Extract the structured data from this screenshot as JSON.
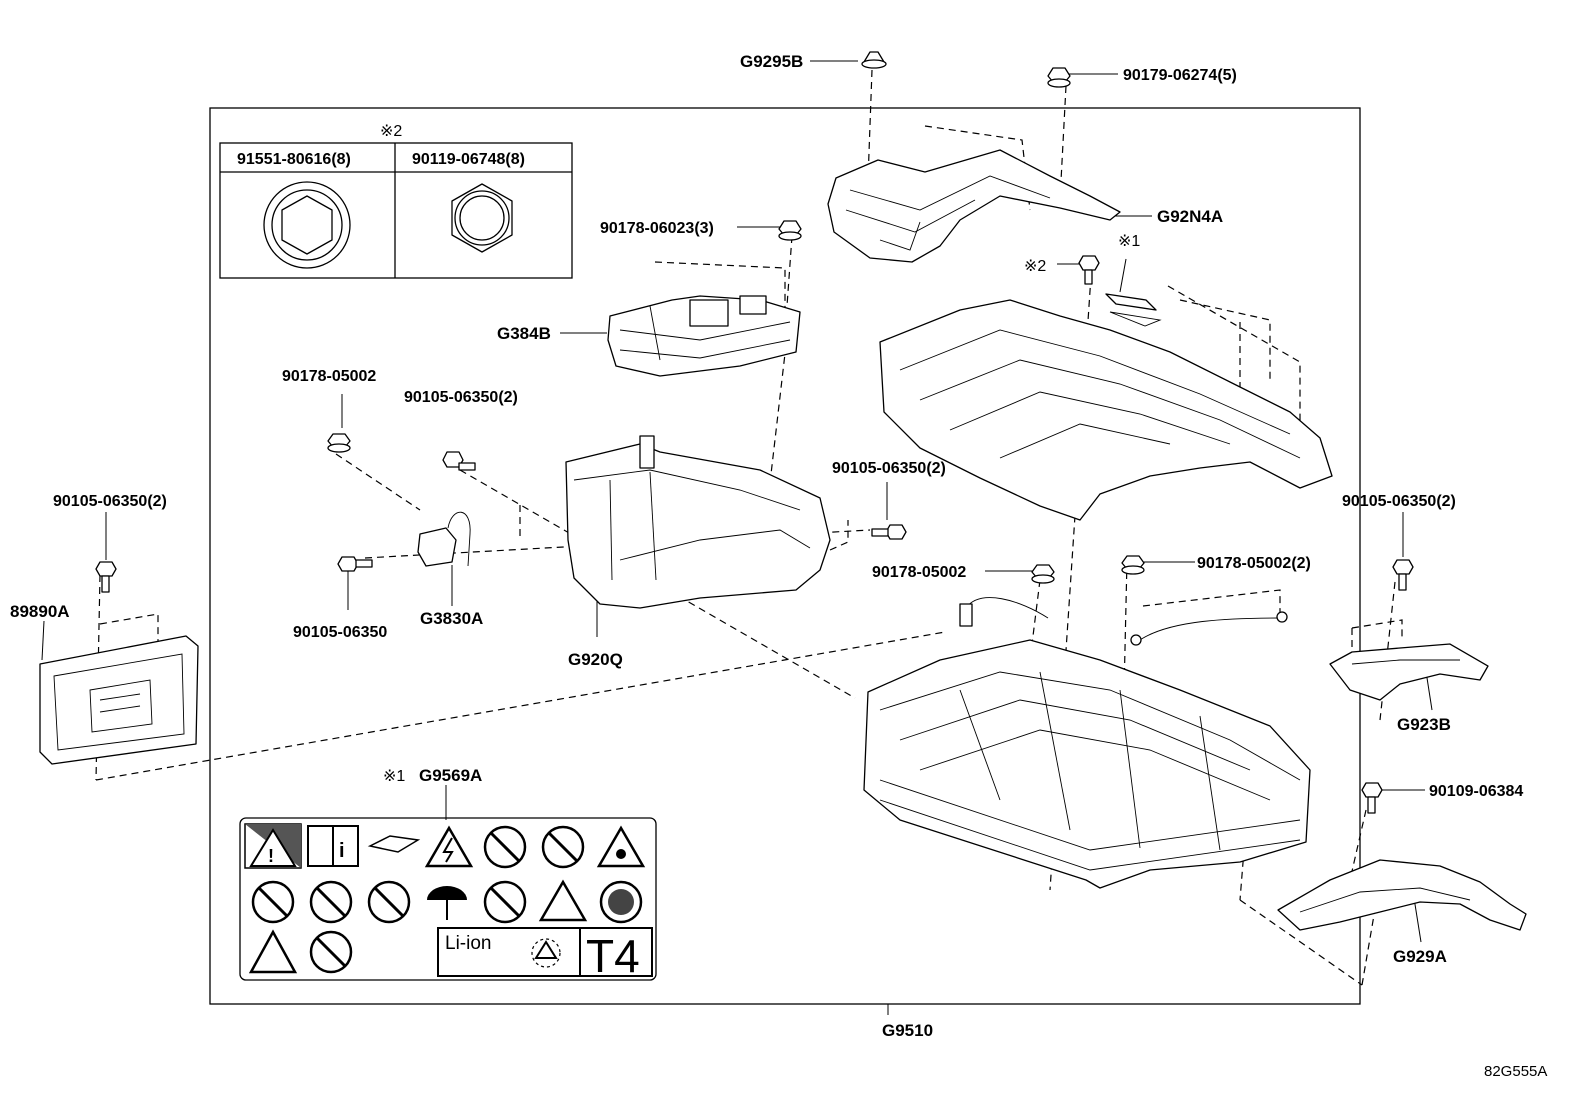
{
  "diagram": {
    "id": "82G555A",
    "assembly": "G9510",
    "note_mark_1": "※1",
    "note_mark_2": "※2",
    "bolt_table": {
      "note": "※2",
      "columns": [
        "91551-80616(8)",
        "90119-06748(8)"
      ]
    },
    "labels": {
      "g9295b": "G9295B",
      "p9017906274": "90179-06274(5)",
      "g92n4a": "G92N4A",
      "p9017806023": "90178-06023(3)",
      "g384b": "G384B",
      "p9017805002_a": "90178-05002",
      "p9010506350_a": "90105-06350(2)",
      "p9010506350_b": "90105-06350(2)",
      "p9010506350_c": "90105-06350(2)",
      "p9010506350_d": "90105-06350(2)",
      "p9010506350_e": "90105-06350",
      "g3830a": "G3830A",
      "g920q": "G920Q",
      "p89890a": "89890A",
      "p9017805002_b": "90178-05002",
      "p9017805002_c": "90178-05002(2)",
      "g923b": "G923B",
      "p9010906384": "90109-06384",
      "g929a": "G929A",
      "g9569a": "G9569A"
    },
    "warning_label": {
      "battery_type": "Li-ion",
      "class_code": "T4"
    }
  }
}
